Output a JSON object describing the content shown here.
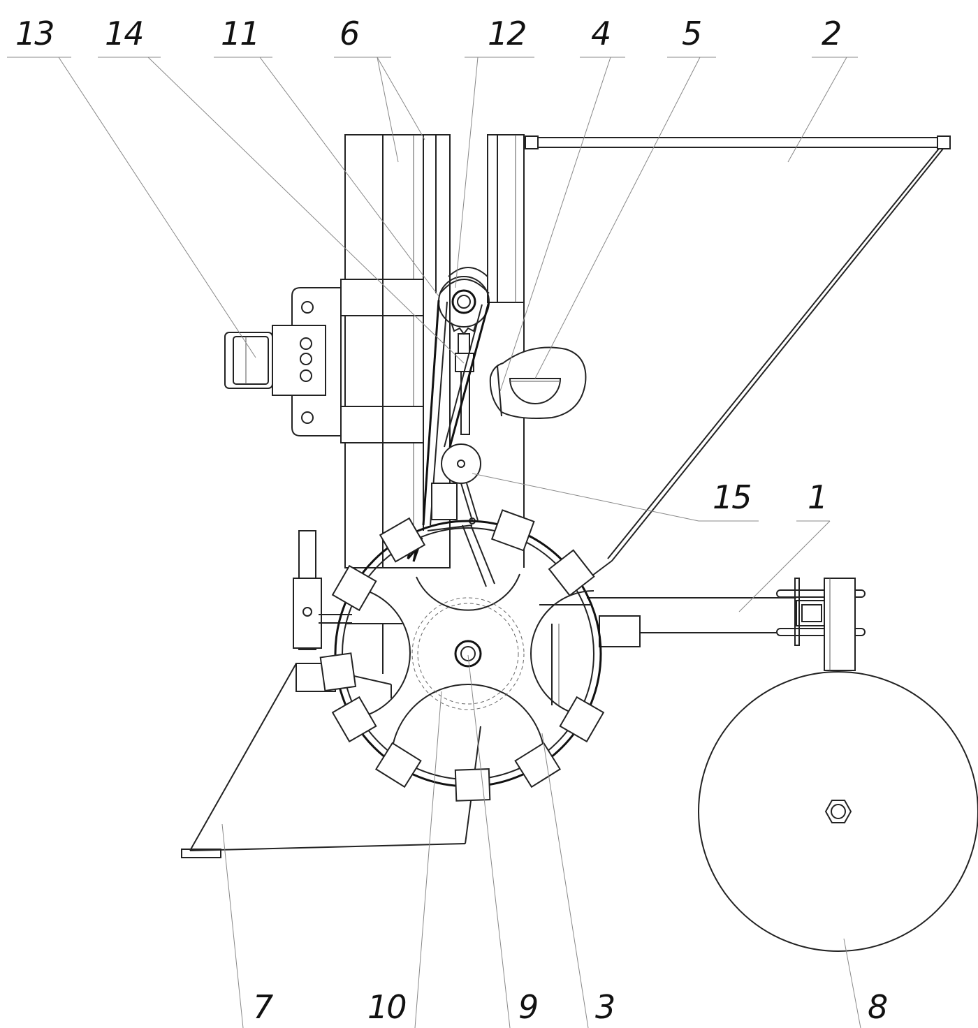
{
  "labels": {
    "l13": "13",
    "l14": "14",
    "l11": "11",
    "l6": "6",
    "l12": "12",
    "l4": "4",
    "l5": "5",
    "l2": "2",
    "l15": "15",
    "l1": "1",
    "l7": "7",
    "l10": "10",
    "l9": "9",
    "l3": "3",
    "l8": "8"
  }
}
